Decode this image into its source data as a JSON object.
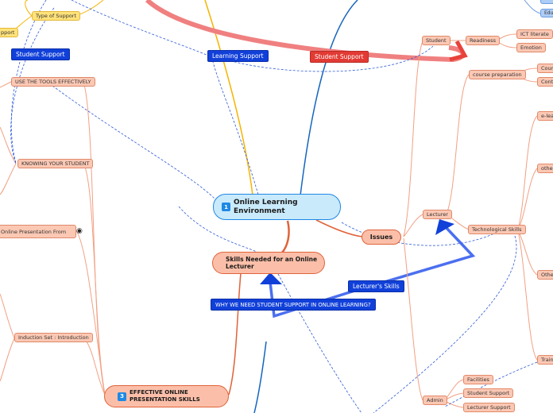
{
  "central": {
    "number": "1",
    "title_line1": "Online Learning",
    "title_line2": "Environment"
  },
  "skills_needed": {
    "line1": "Skills Needed for an Online",
    "line2": "Lecturer"
  },
  "effective": {
    "number": "3",
    "line1": "EFFECTIVE ONLINE",
    "line2": "PRESENTATION SKILLS"
  },
  "issues": "Issues",
  "student_support_left": "Student Support",
  "learning_support": "Learning Support",
  "student_support_red": "Student Support",
  "lecturers_skills": "Lecturer's Skills",
  "why_support": "WHY WE NEED STUDENT SUPPORT IN ONLINE LEARNING?",
  "use_tools": "USE THE TOOLS EFFECTIVELY",
  "knowing_student": "KNOWING YOUR STUDENT",
  "online_presentation": "Online Presentation From",
  "induction_set": "Induction Set : Introduction",
  "type_of_support": "Type of Support",
  "pport": "pport",
  "student": "Student",
  "readiness": "Readiness",
  "ict_literate": "ICT literate",
  "emotion": "Emotion",
  "course_preparation": "course preparation",
  "cours": "Cours",
  "conte": "Conte",
  "e_lea": "e-lea",
  "other1": "other",
  "lecturer": "Lecturer",
  "technological_skills": "Technological Skills",
  "other2": "Other",
  "traini": "Traini",
  "admin": "Admin",
  "facilities": "Facilities",
  "admin_student_support": "Student Support",
  "lecturer_support": "Lecturer Support",
  "edu": "Edu",
  "colors": {
    "central_fill": "#c9eafb",
    "central_border": "#1e88e5",
    "salmon_fill": "#fbbfa9",
    "salmon_border": "#e0633a",
    "blue_node": "#1140d9",
    "red_node": "#e23b34",
    "yellow_node": "#ffe27a"
  },
  "icons": {
    "number_badge": "numbered-square-icon",
    "attachment": "link-globe-icon"
  }
}
